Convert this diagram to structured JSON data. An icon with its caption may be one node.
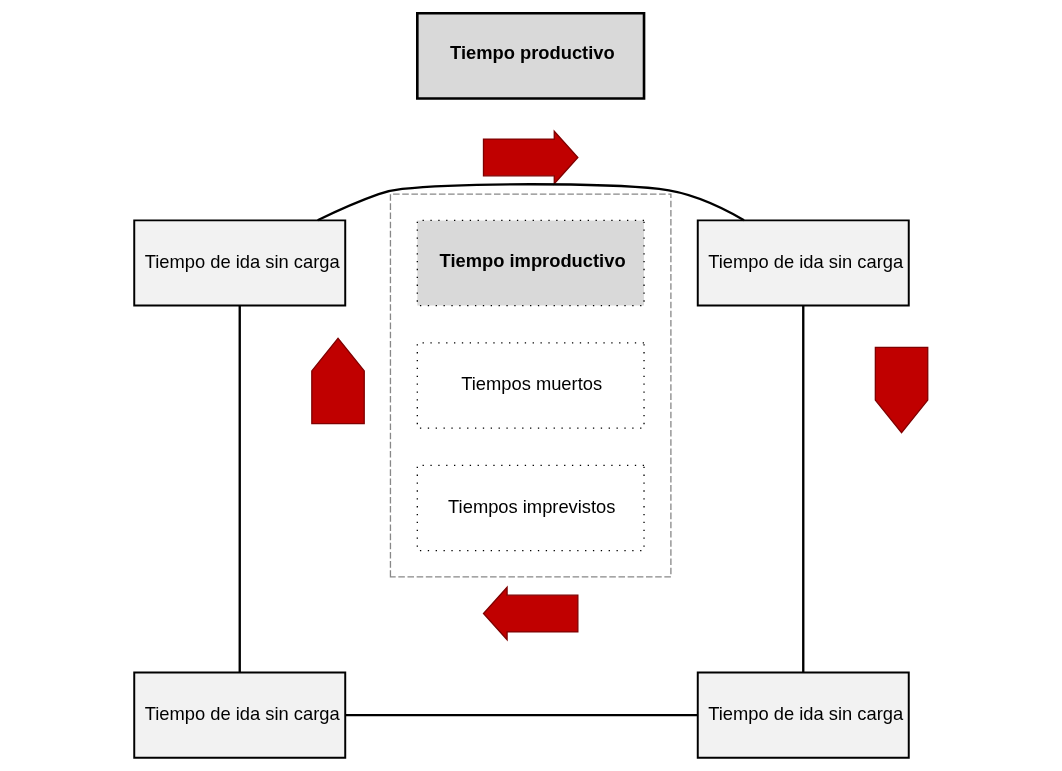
{
  "diagram": {
    "nodes": [
      {
        "text": [
          "Tiempo productivo"
        ]
      },
      {
        "text": [
          "Tiempo de ida sin carga"
        ]
      },
      {
        "text": [
          "Tiempo de ida sin carga"
        ]
      },
      {
        "text": [],
        "shape": "arrow"
      },
      {
        "text": [],
        "shape": "box"
      },
      {
        "text": [
          "Tiempo improductivo"
        ],
        "in": 4
      },
      {
        "text": [
          "Tiempos muertos"
        ],
        "in": 4
      },
      {
        "text": [
          "Tiempos imprevistos"
        ],
        "in": 4
      },
      {
        "text": [],
        "shape": "arrow"
      },
      {
        "text": [],
        "shape": "arrow"
      },
      {
        "text": [],
        "shape": "arrow"
      },
      {
        "text": [
          "Tiempo de ida sin carga"
        ]
      },
      {
        "text": [
          "Tiempo de ida sin carga"
        ]
      }
    ],
    "edges": [
      {
        "from": 1,
        "to": 2,
        "arrow": "none"
      },
      {
        "from": 2,
        "to": 12,
        "arrow": "none"
      },
      {
        "from": 12,
        "to": 11,
        "arrow": "none"
      },
      {
        "from": 11,
        "to": 1,
        "arrow": "none"
      }
    ]
  }
}
